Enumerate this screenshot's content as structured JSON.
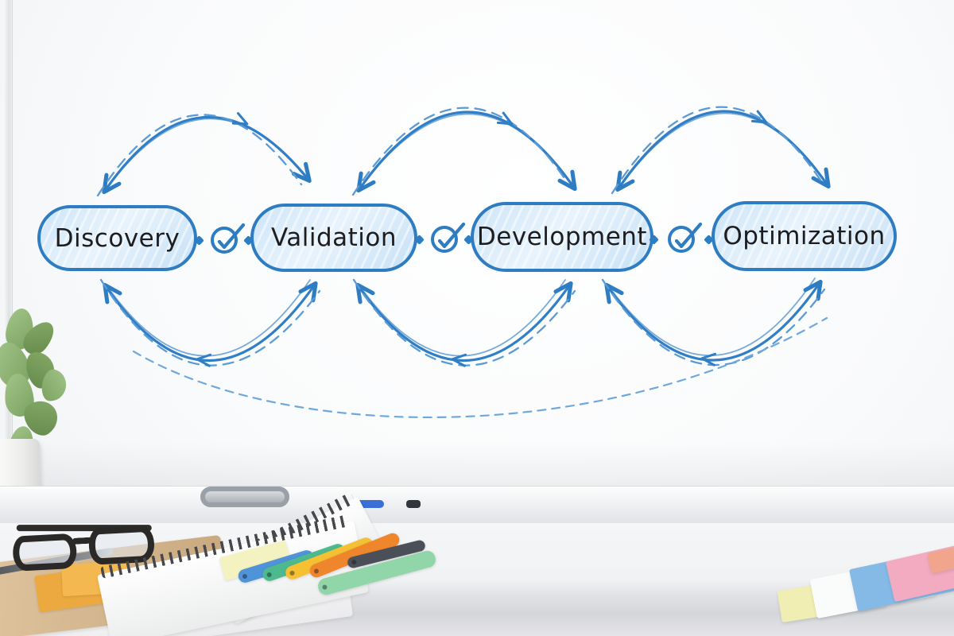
{
  "diagram": {
    "type": "process-flow",
    "stages": [
      {
        "label": "Discovery"
      },
      {
        "label": "Validation"
      },
      {
        "label": "Development"
      },
      {
        "label": "Optimization"
      }
    ],
    "connector": {
      "icon": "checkmark-circle",
      "separator_icon": "diamond-dot"
    },
    "arrows": {
      "top_arcs": "bidirectional curved arrows between adjacent stages",
      "bottom_arcs": "return curved arrows between adjacent stages",
      "feedback_loop": "long dashed arc from Optimization back to Discovery"
    },
    "colors": {
      "stroke": "#2e7dc2",
      "stroke_dashed": "#5b9bd5",
      "feedback_dash": "#6fa8dc",
      "box_fill": "#cde5f8",
      "box_border": "#2e7dc2",
      "label_text": "#1d1d1f"
    }
  },
  "scene": {
    "whiteboard_background": "#fafbfc",
    "tray_marker": {
      "body_color": "#3a6fd8",
      "cap_color": "#33363b"
    },
    "markers": [
      {
        "color": "#4f93d8"
      },
      {
        "color": "#4cb98f"
      },
      {
        "color": "#f5c033"
      },
      {
        "color": "#f0862c"
      },
      {
        "color": "#4b5058"
      },
      {
        "color": "#90d6a8"
      }
    ],
    "sticky_notes_left": [
      {
        "color": "#eca93f"
      },
      {
        "color": "#f4b850"
      },
      {
        "color": "#f4f2c0"
      }
    ],
    "papers_right": [
      {
        "color": "#9cc06a"
      },
      {
        "color": "#f1eeb4"
      },
      {
        "color": "#fafbfb"
      },
      {
        "color": "#85b9e6"
      },
      {
        "color": "#f2abc0"
      },
      {
        "color": "#f2a58d"
      }
    ],
    "plant": {
      "leaf_color": "#8fb074",
      "pot_color": "#f2f2f0"
    },
    "glasses_frame_color": "#2a2927"
  }
}
